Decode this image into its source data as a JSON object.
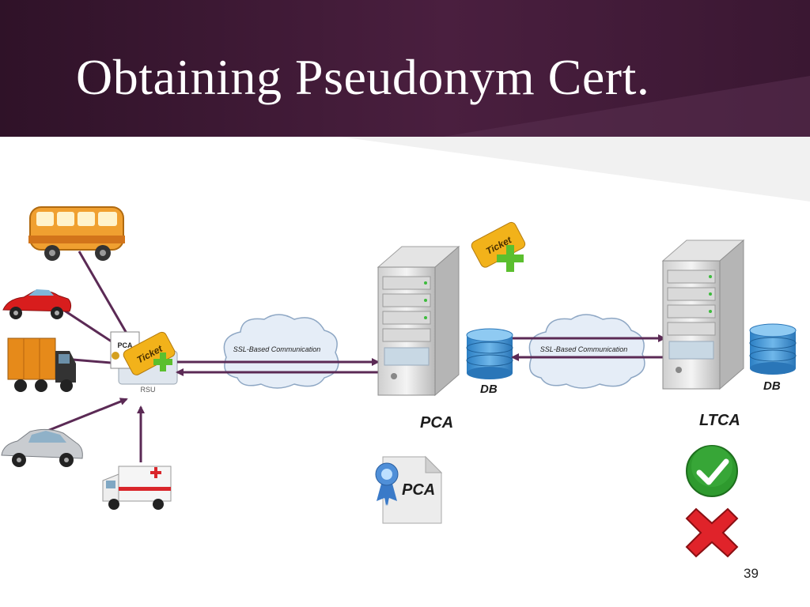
{
  "slide": {
    "title": "Obtaining Pseudonym Cert.",
    "page_number": "39"
  },
  "labels": {
    "cloud_left": "SSL-Based Communication",
    "cloud_right": "SSL-Based Communication",
    "pca_server": "PCA",
    "ltca_server": "LTCA",
    "db_left": "DB",
    "db_right": "DB",
    "pca_certificate": "PCA",
    "rsu_card": "PCA",
    "ticket_rsu": "Ticket",
    "ticket_top": "Ticket",
    "rsu_caption": "RSU"
  },
  "icons": {
    "vehicles": [
      "bus-icon",
      "sports-car-icon",
      "truck-icon",
      "sedan-icon",
      "ambulance-icon"
    ],
    "status": [
      "check-icon",
      "cross-icon"
    ]
  },
  "colors": {
    "header_bg": "#3b1734",
    "arrow": "#5b2a55",
    "check": "#2e9a2e",
    "cross": "#e0232a"
  }
}
